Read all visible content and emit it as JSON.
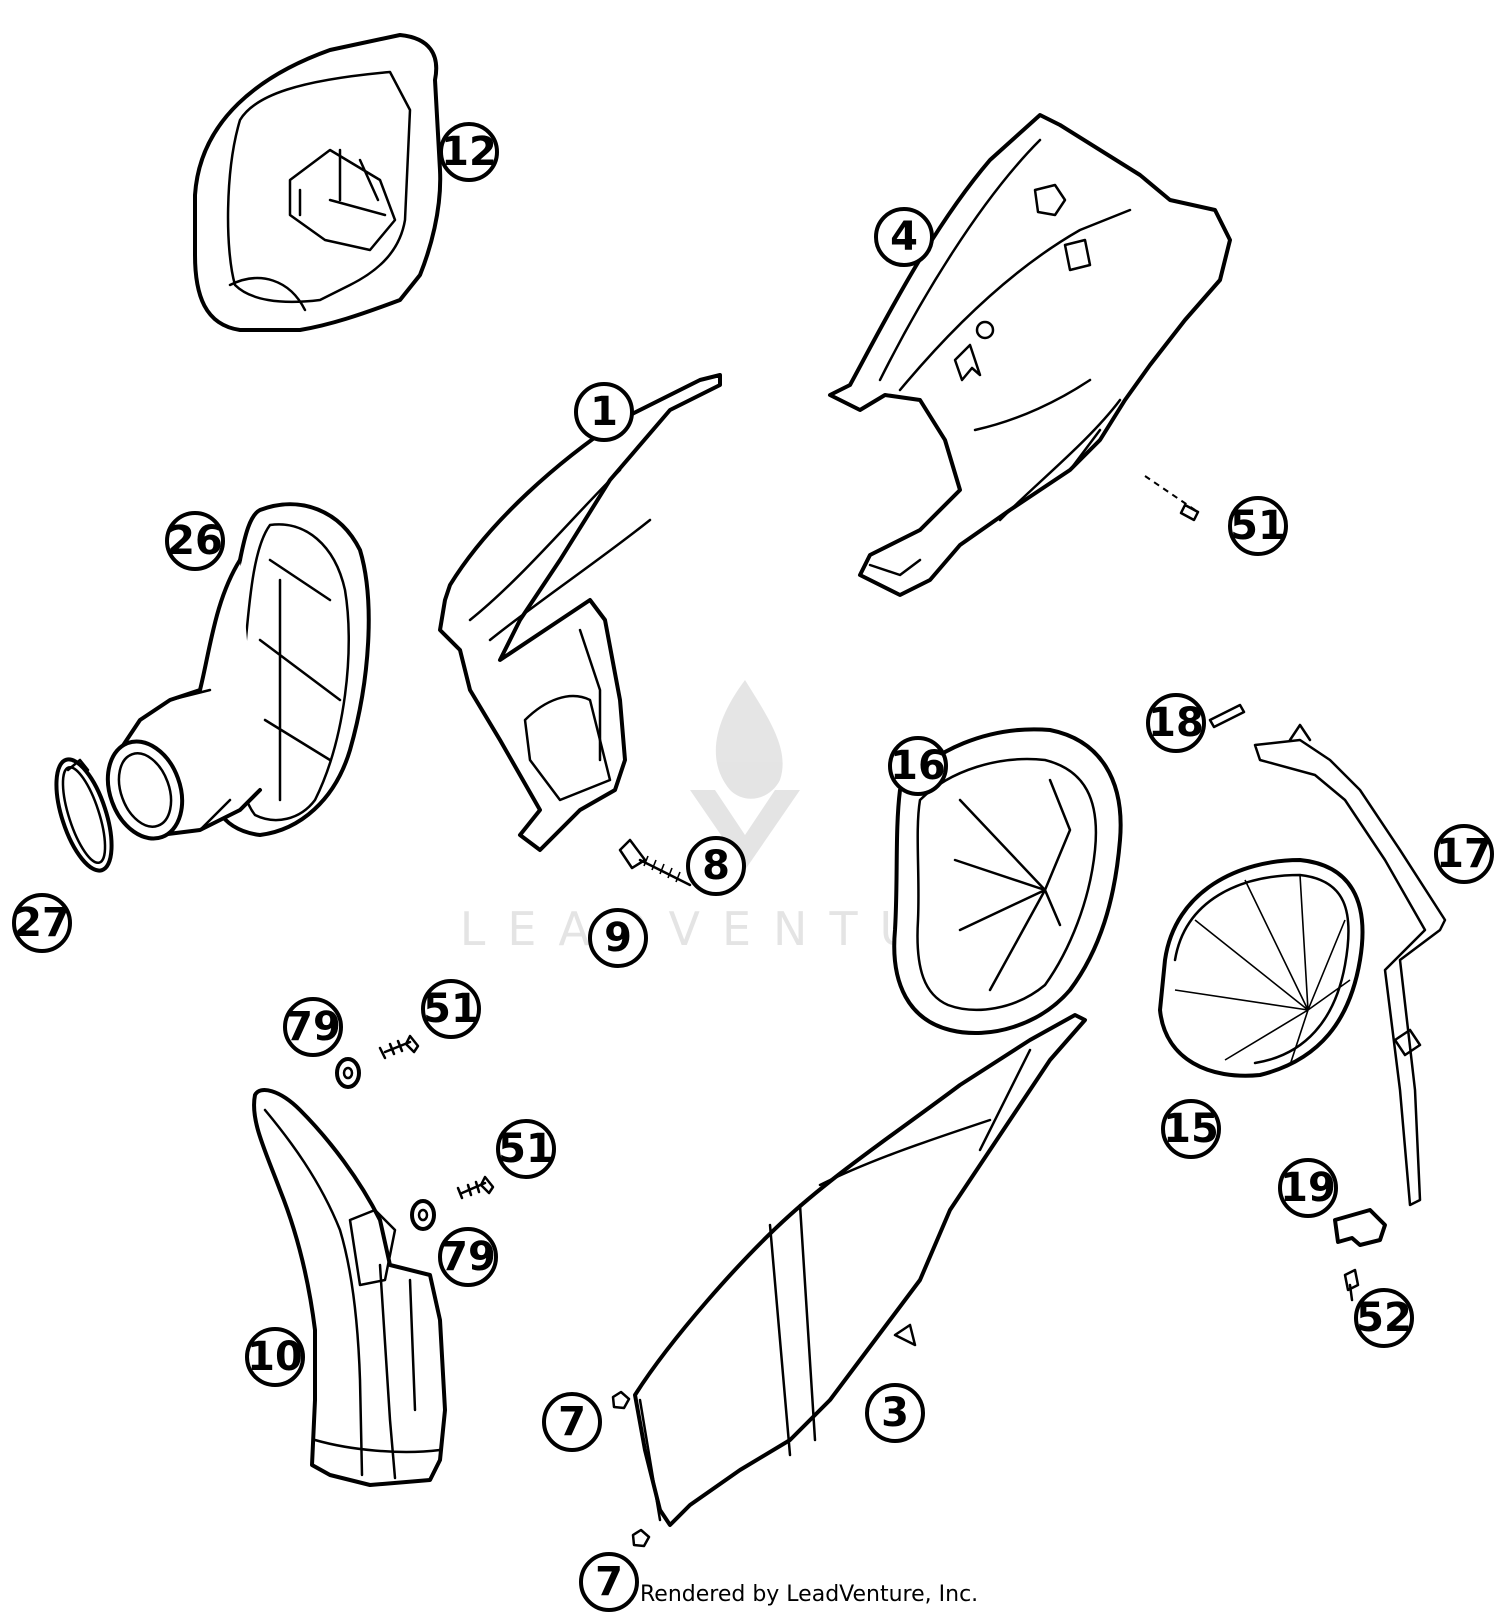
{
  "diagram": {
    "callouts": [
      {
        "id": "c12",
        "label": "12"
      },
      {
        "id": "c4",
        "label": "4"
      },
      {
        "id": "c1",
        "label": "1"
      },
      {
        "id": "c51a",
        "label": "51"
      },
      {
        "id": "c26",
        "label": "26"
      },
      {
        "id": "c18",
        "label": "18"
      },
      {
        "id": "c16",
        "label": "16"
      },
      {
        "id": "c17",
        "label": "17"
      },
      {
        "id": "c8",
        "label": "8"
      },
      {
        "id": "c9",
        "label": "9"
      },
      {
        "id": "c27",
        "label": "27"
      },
      {
        "id": "c79a",
        "label": "79"
      },
      {
        "id": "c51b",
        "label": "51"
      },
      {
        "id": "c15",
        "label": "15"
      },
      {
        "id": "c51c",
        "label": "51"
      },
      {
        "id": "c19",
        "label": "19"
      },
      {
        "id": "c79b",
        "label": "79"
      },
      {
        "id": "c10",
        "label": "10"
      },
      {
        "id": "c52",
        "label": "52"
      },
      {
        "id": "c3",
        "label": "3"
      },
      {
        "id": "c7a",
        "label": "7"
      },
      {
        "id": "c7b",
        "label": "7"
      }
    ],
    "watermark_text": "LEADVENTURE",
    "footer_text": "Rendered by LeadVenture, Inc."
  }
}
